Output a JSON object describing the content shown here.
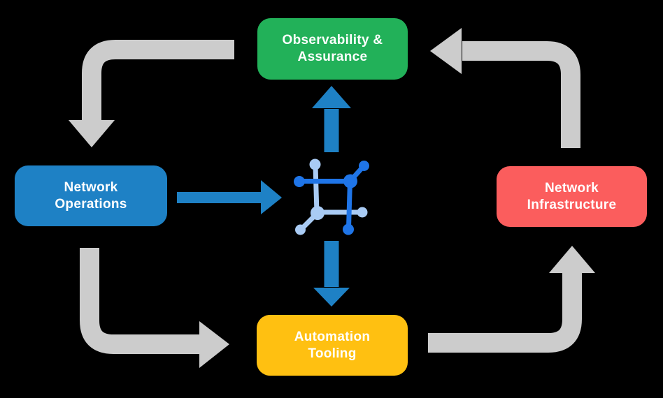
{
  "nodes": {
    "observability": {
      "label": "Observability &\nAssurance",
      "color_key": "node-green"
    },
    "operations": {
      "label": "Network\nOperations",
      "color_key": "node-blue"
    },
    "infrastructure": {
      "label": "Network\nInfrastructure",
      "color_key": "node-red"
    },
    "automation": {
      "label": "Automation\nTooling",
      "color_key": "node-yellow"
    }
  },
  "center_icon": {
    "name": "network-automation-icon",
    "dark_color": "#1F75E8",
    "light_color": "#A9CBF4"
  },
  "edges": [
    {
      "from": "observability",
      "to": "operations",
      "style": "gray-elbow"
    },
    {
      "from": "operations",
      "to": "automation",
      "style": "gray-elbow"
    },
    {
      "from": "automation",
      "to": "infrastructure",
      "style": "gray-elbow"
    },
    {
      "from": "infrastructure",
      "to": "observability",
      "style": "gray-elbow"
    },
    {
      "from": "operations",
      "to": "center-icon",
      "style": "blue-straight"
    },
    {
      "from": "center-icon",
      "to": "observability",
      "style": "blue-straight"
    },
    {
      "from": "center-icon",
      "to": "automation",
      "style": "blue-straight"
    }
  ],
  "colors": {
    "canvas-bg": "#000000",
    "node-green": "#22B159",
    "node-blue": "#1E81C5",
    "node-red": "#FB5D5D",
    "node-yellow": "#FFC011",
    "arrow-gray": "#CCCCCC",
    "arrow-blue": "#1E81C5",
    "icon-dark": "#1F75E8",
    "icon-light": "#A9CBF4",
    "node-text": "#FFFFFF"
  }
}
